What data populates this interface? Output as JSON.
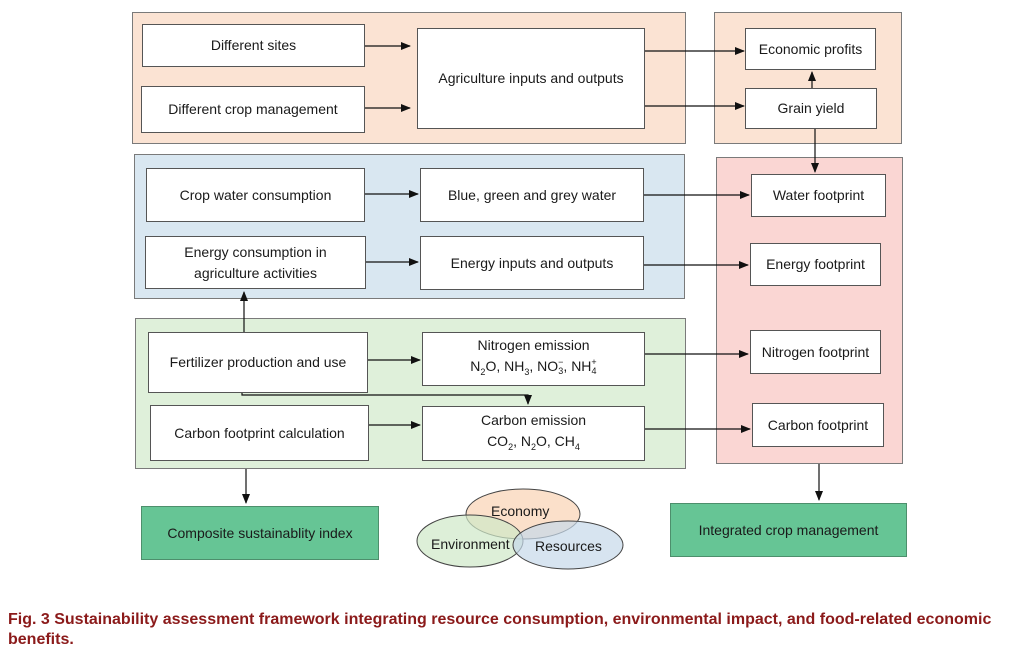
{
  "boxes": {
    "different_sites": "Different sites",
    "different_crop_management": "Different crop management",
    "agriculture_io": "Agriculture inputs and outputs",
    "economic_profits": "Economic profits",
    "grain_yield": "Grain yield",
    "crop_water_consumption": "Crop water consumption",
    "blue_green_grey_water": "Blue, green and grey water",
    "water_footprint": "Water footprint",
    "energy_consumption_line1": "Energy consumption in",
    "energy_consumption_line2": "agriculture activities",
    "energy_io": "Energy inputs and outputs",
    "energy_footprint": "Energy footprint",
    "fertilizer": "Fertilizer production and use",
    "nitrogen_emission": "Nitrogen emission",
    "nitrogen_footprint": "Nitrogen footprint",
    "carbon_calc": "Carbon footprint calculation",
    "carbon_emission": "Carbon emission",
    "carbon_footprint": "Carbon footprint",
    "composite_index": "Composite sustainablity index",
    "integrated_crop": "Integrated crop management"
  },
  "formulas": {
    "n_n2o_a": "N",
    "n_n2o_sub": "2",
    "n_n2o_b": "O, ",
    "n_nh3_a": "NH",
    "n_nh3_sub": "3",
    "n_nh3_b": ", ",
    "n_no3_a": "NO",
    "n_no3_sup": "−",
    "n_no3_sub": "3",
    "n_no3_b": ", ",
    "n_nh4_a": "NH",
    "n_nh4_sup": "+",
    "n_nh4_sub": "4",
    "c_co2_a": "CO",
    "c_co2_sub": "2",
    "c_co2_b": ", ",
    "c_n2o_a": "N",
    "c_n2o_sub": "2",
    "c_n2o_b": "O, ",
    "c_ch4_a": "CH",
    "c_ch4_sub": "4"
  },
  "venn": {
    "economy": "Economy",
    "environment": "Environment",
    "resources": "Resources"
  },
  "caption": "Fig. 3  Sustainability assessment framework integrating resource consumption, environmental impact, and food-related economic benefits.",
  "colors": {
    "orange_panel": "#fbe3d3",
    "blue_panel": "#d9e7f1",
    "green_panel": "#dff0da",
    "pink_panel": "#fad6d3",
    "green_box": "#66c595",
    "caption": "#8b1a1a"
  }
}
